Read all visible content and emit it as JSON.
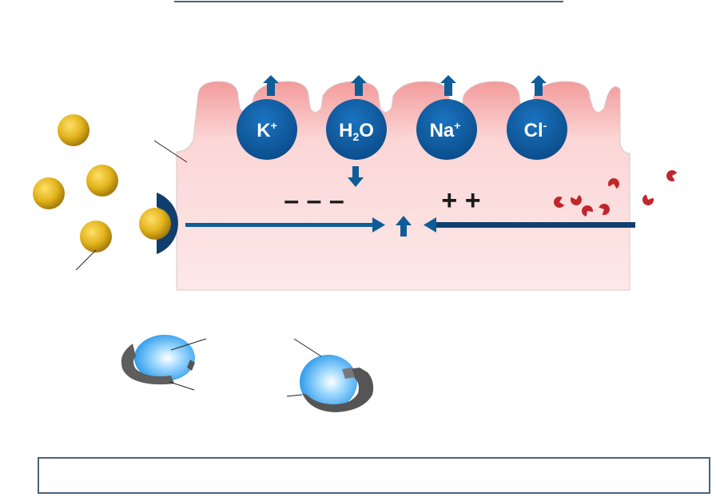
{
  "ions": [
    {
      "base": "K",
      "sup": "+",
      "sub": ""
    },
    {
      "base": "H",
      "sub": "2",
      "tail": "O",
      "sup": ""
    },
    {
      "base": "Na",
      "sup": "+",
      "sub": ""
    },
    {
      "base": "Cl",
      "sup": "-",
      "sub": ""
    }
  ],
  "charges": {
    "negative": "– – –",
    "positive": "+ +"
  },
  "caption": "",
  "colors": {
    "cell_fill": "#fde3e3",
    "cell_top": "#f4a8a8",
    "ion_blue": "#0d5aa0",
    "arrow_blue": "#0e5d99",
    "receptor_navy": "#103f6e",
    "ligand_gold": "#e0b020",
    "particle_red": "#c0272d",
    "capsule_blue": "#39a9ee",
    "capsule_shell": "#5a5a5a"
  },
  "icons": [
    "up-arrow-icon",
    "down-arrow-icon",
    "right-arrow-icon",
    "left-arrow-icon"
  ]
}
